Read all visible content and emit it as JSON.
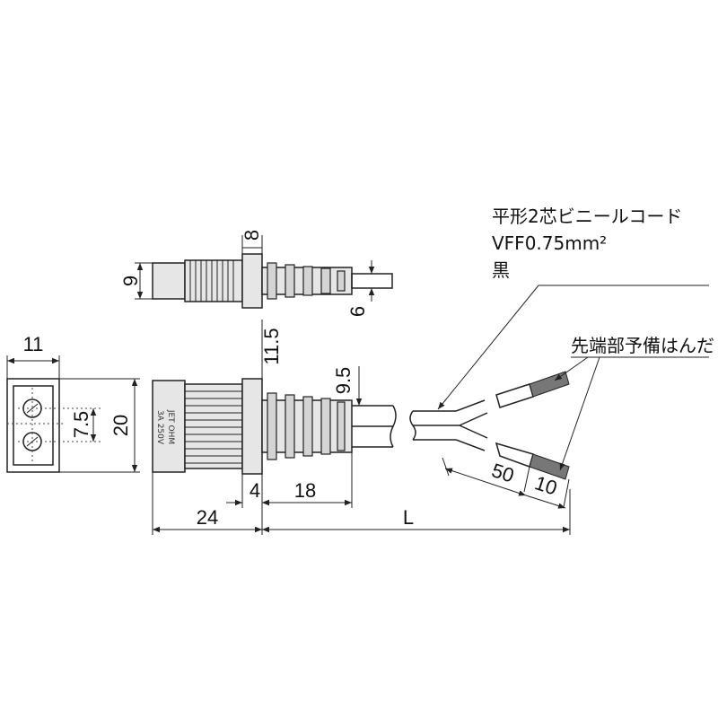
{
  "labels": {
    "cord_type": "平形2芯ビニールコード",
    "cord_spec": "VFF0.75mm²",
    "cord_color": "黒",
    "pre_solder": "先端部予備はんだ"
  },
  "plug_marking": {
    "line1": "JET OHM",
    "line2": "3A 250V"
  },
  "dimensions": {
    "top_8": "8",
    "top_9": "9",
    "top_6": "6",
    "front_11": "11",
    "front_7_5": "7.5",
    "front_20": "20",
    "side_11_5": "11.5",
    "side_9_5": "9.5",
    "side_24": "24",
    "side_4": "4",
    "side_18": "18",
    "length_L": "L",
    "strip_50": "50",
    "strip_10": "10"
  }
}
